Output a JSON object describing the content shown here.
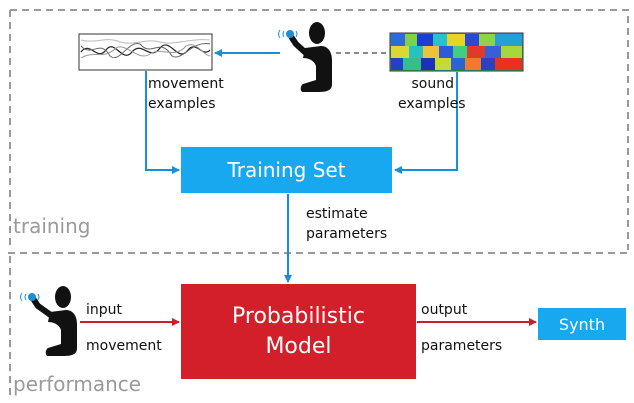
{
  "regions": {
    "training_label": "training",
    "performance_label": "performance"
  },
  "boxes": {
    "training_set": "Training Set",
    "model_line1": "Probabilistic",
    "model_line2": "Model",
    "synth": "Synth"
  },
  "labels": {
    "movement_line1": "movement",
    "movement_line2": "examples",
    "sound_line1": "sound",
    "sound_line2": "examples",
    "estimate_line1": "estimate",
    "estimate_line2": "parameters",
    "input_line1": "input",
    "input_line2": "movement",
    "output_line1": "output",
    "output_line2": "parameters"
  },
  "colors": {
    "arrow_blue": "#1a8fd6",
    "arrow_red": "#c8202a",
    "box_blue": "#18a8ef",
    "box_red": "#d21f2a",
    "dashed_border": "#9a9a9a"
  },
  "icons": [
    "person-gesture-icon",
    "person-gesture-icon",
    "movement-waveform-icon",
    "sound-spectrogram-icon"
  ]
}
